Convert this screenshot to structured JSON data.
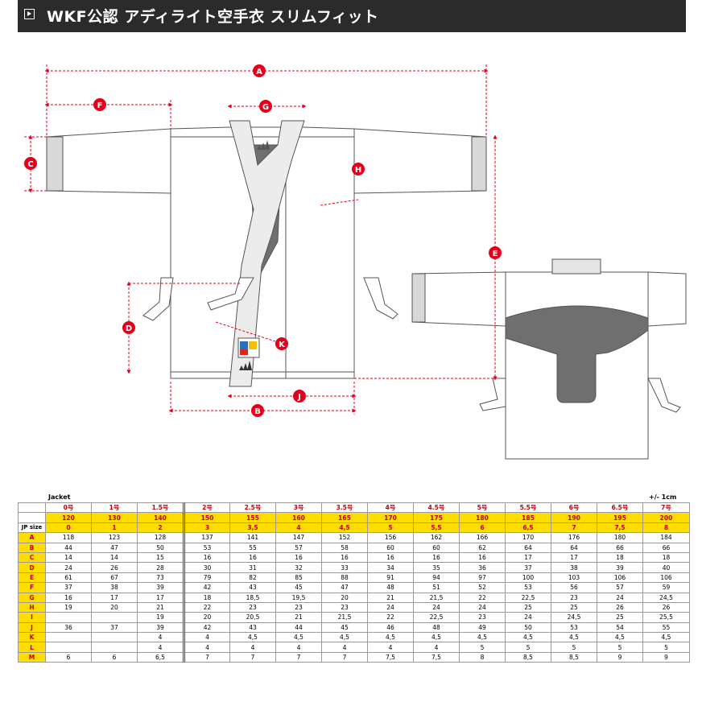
{
  "title": "WKF公認 アディライト空手衣 スリムフィット",
  "diagram_labels": [
    "A",
    "B",
    "C",
    "D",
    "E",
    "F",
    "G",
    "H",
    "J",
    "K"
  ],
  "jacket_label": "Jacket",
  "tolerance": "+/- 1cm",
  "table": {
    "jp_size_label": "JP size",
    "sizes": [
      "0号",
      "1号",
      "1.5号",
      "2号",
      "2.5号",
      "3号",
      "3.5号",
      "4号",
      "4.5号",
      "5号",
      "5.5号",
      "6号",
      "6.5号",
      "7号"
    ],
    "heights_cm": [
      "120",
      "130",
      "140",
      "150",
      "155",
      "160",
      "165",
      "170",
      "175",
      "180",
      "185",
      "190",
      "195",
      "200"
    ],
    "jp_sizes": [
      "0",
      "1",
      "2",
      "3",
      "3,5",
      "4",
      "4,5",
      "5",
      "5,5",
      "6",
      "6,5",
      "7",
      "7,5",
      "8"
    ],
    "rows": [
      {
        "label": "A",
        "values": [
          "118",
          "123",
          "128",
          "137",
          "141",
          "147",
          "152",
          "156",
          "162",
          "166",
          "170",
          "176",
          "180",
          "184"
        ]
      },
      {
        "label": "B",
        "values": [
          "44",
          "47",
          "50",
          "53",
          "55",
          "57",
          "58",
          "60",
          "60",
          "62",
          "64",
          "64",
          "66",
          "66"
        ]
      },
      {
        "label": "C",
        "values": [
          "14",
          "14",
          "15",
          "16",
          "16",
          "16",
          "16",
          "16",
          "16",
          "16",
          "17",
          "17",
          "18",
          "18"
        ]
      },
      {
        "label": "D",
        "values": [
          "24",
          "26",
          "28",
          "30",
          "31",
          "32",
          "33",
          "34",
          "35",
          "36",
          "37",
          "38",
          "39",
          "40"
        ]
      },
      {
        "label": "E",
        "values": [
          "61",
          "67",
          "73",
          "79",
          "82",
          "85",
          "88",
          "91",
          "94",
          "97",
          "100",
          "103",
          "106",
          "106"
        ]
      },
      {
        "label": "F",
        "values": [
          "37",
          "38",
          "39",
          "42",
          "43",
          "45",
          "47",
          "48",
          "51",
          "52",
          "53",
          "56",
          "57",
          "59"
        ]
      },
      {
        "label": "G",
        "values": [
          "16",
          "17",
          "17",
          "18",
          "18,5",
          "19,5",
          "20",
          "21",
          "21,5",
          "22",
          "22,5",
          "23",
          "24",
          "24,5"
        ]
      },
      {
        "label": "H",
        "values": [
          "19",
          "20",
          "21",
          "22",
          "23",
          "23",
          "23",
          "24",
          "24",
          "24",
          "25",
          "25",
          "26",
          "26"
        ]
      },
      {
        "label": "I",
        "values": [
          "",
          "",
          "19",
          "20",
          "20,5",
          "21",
          "21,5",
          "22",
          "22,5",
          "23",
          "24",
          "24,5",
          "25",
          "25,5"
        ]
      },
      {
        "label": "J",
        "values": [
          "36",
          "37",
          "39",
          "42",
          "43",
          "44",
          "45",
          "46",
          "48",
          "49",
          "50",
          "53",
          "54",
          "55"
        ]
      },
      {
        "label": "K",
        "values": [
          "",
          "",
          "4",
          "4",
          "4,5",
          "4,5",
          "4,5",
          "4,5",
          "4,5",
          "4,5",
          "4,5",
          "4,5",
          "4,5",
          "4,5"
        ]
      },
      {
        "label": "L",
        "values": [
          "",
          "",
          "4",
          "4",
          "4",
          "4",
          "4",
          "4",
          "4",
          "5",
          "5",
          "5",
          "5",
          "5"
        ]
      },
      {
        "label": "M",
        "values": [
          "6",
          "6",
          "6,5",
          "7",
          "7",
          "7",
          "7",
          "7,5",
          "7,5",
          "8",
          "8,5",
          "8,5",
          "9",
          "9"
        ]
      }
    ]
  },
  "colors": {
    "accent_red": "#e4001c",
    "label_yellow": "#ffdd00",
    "header_dark": "#2b2b2b",
    "grey_fill": "#6f6f6f"
  }
}
